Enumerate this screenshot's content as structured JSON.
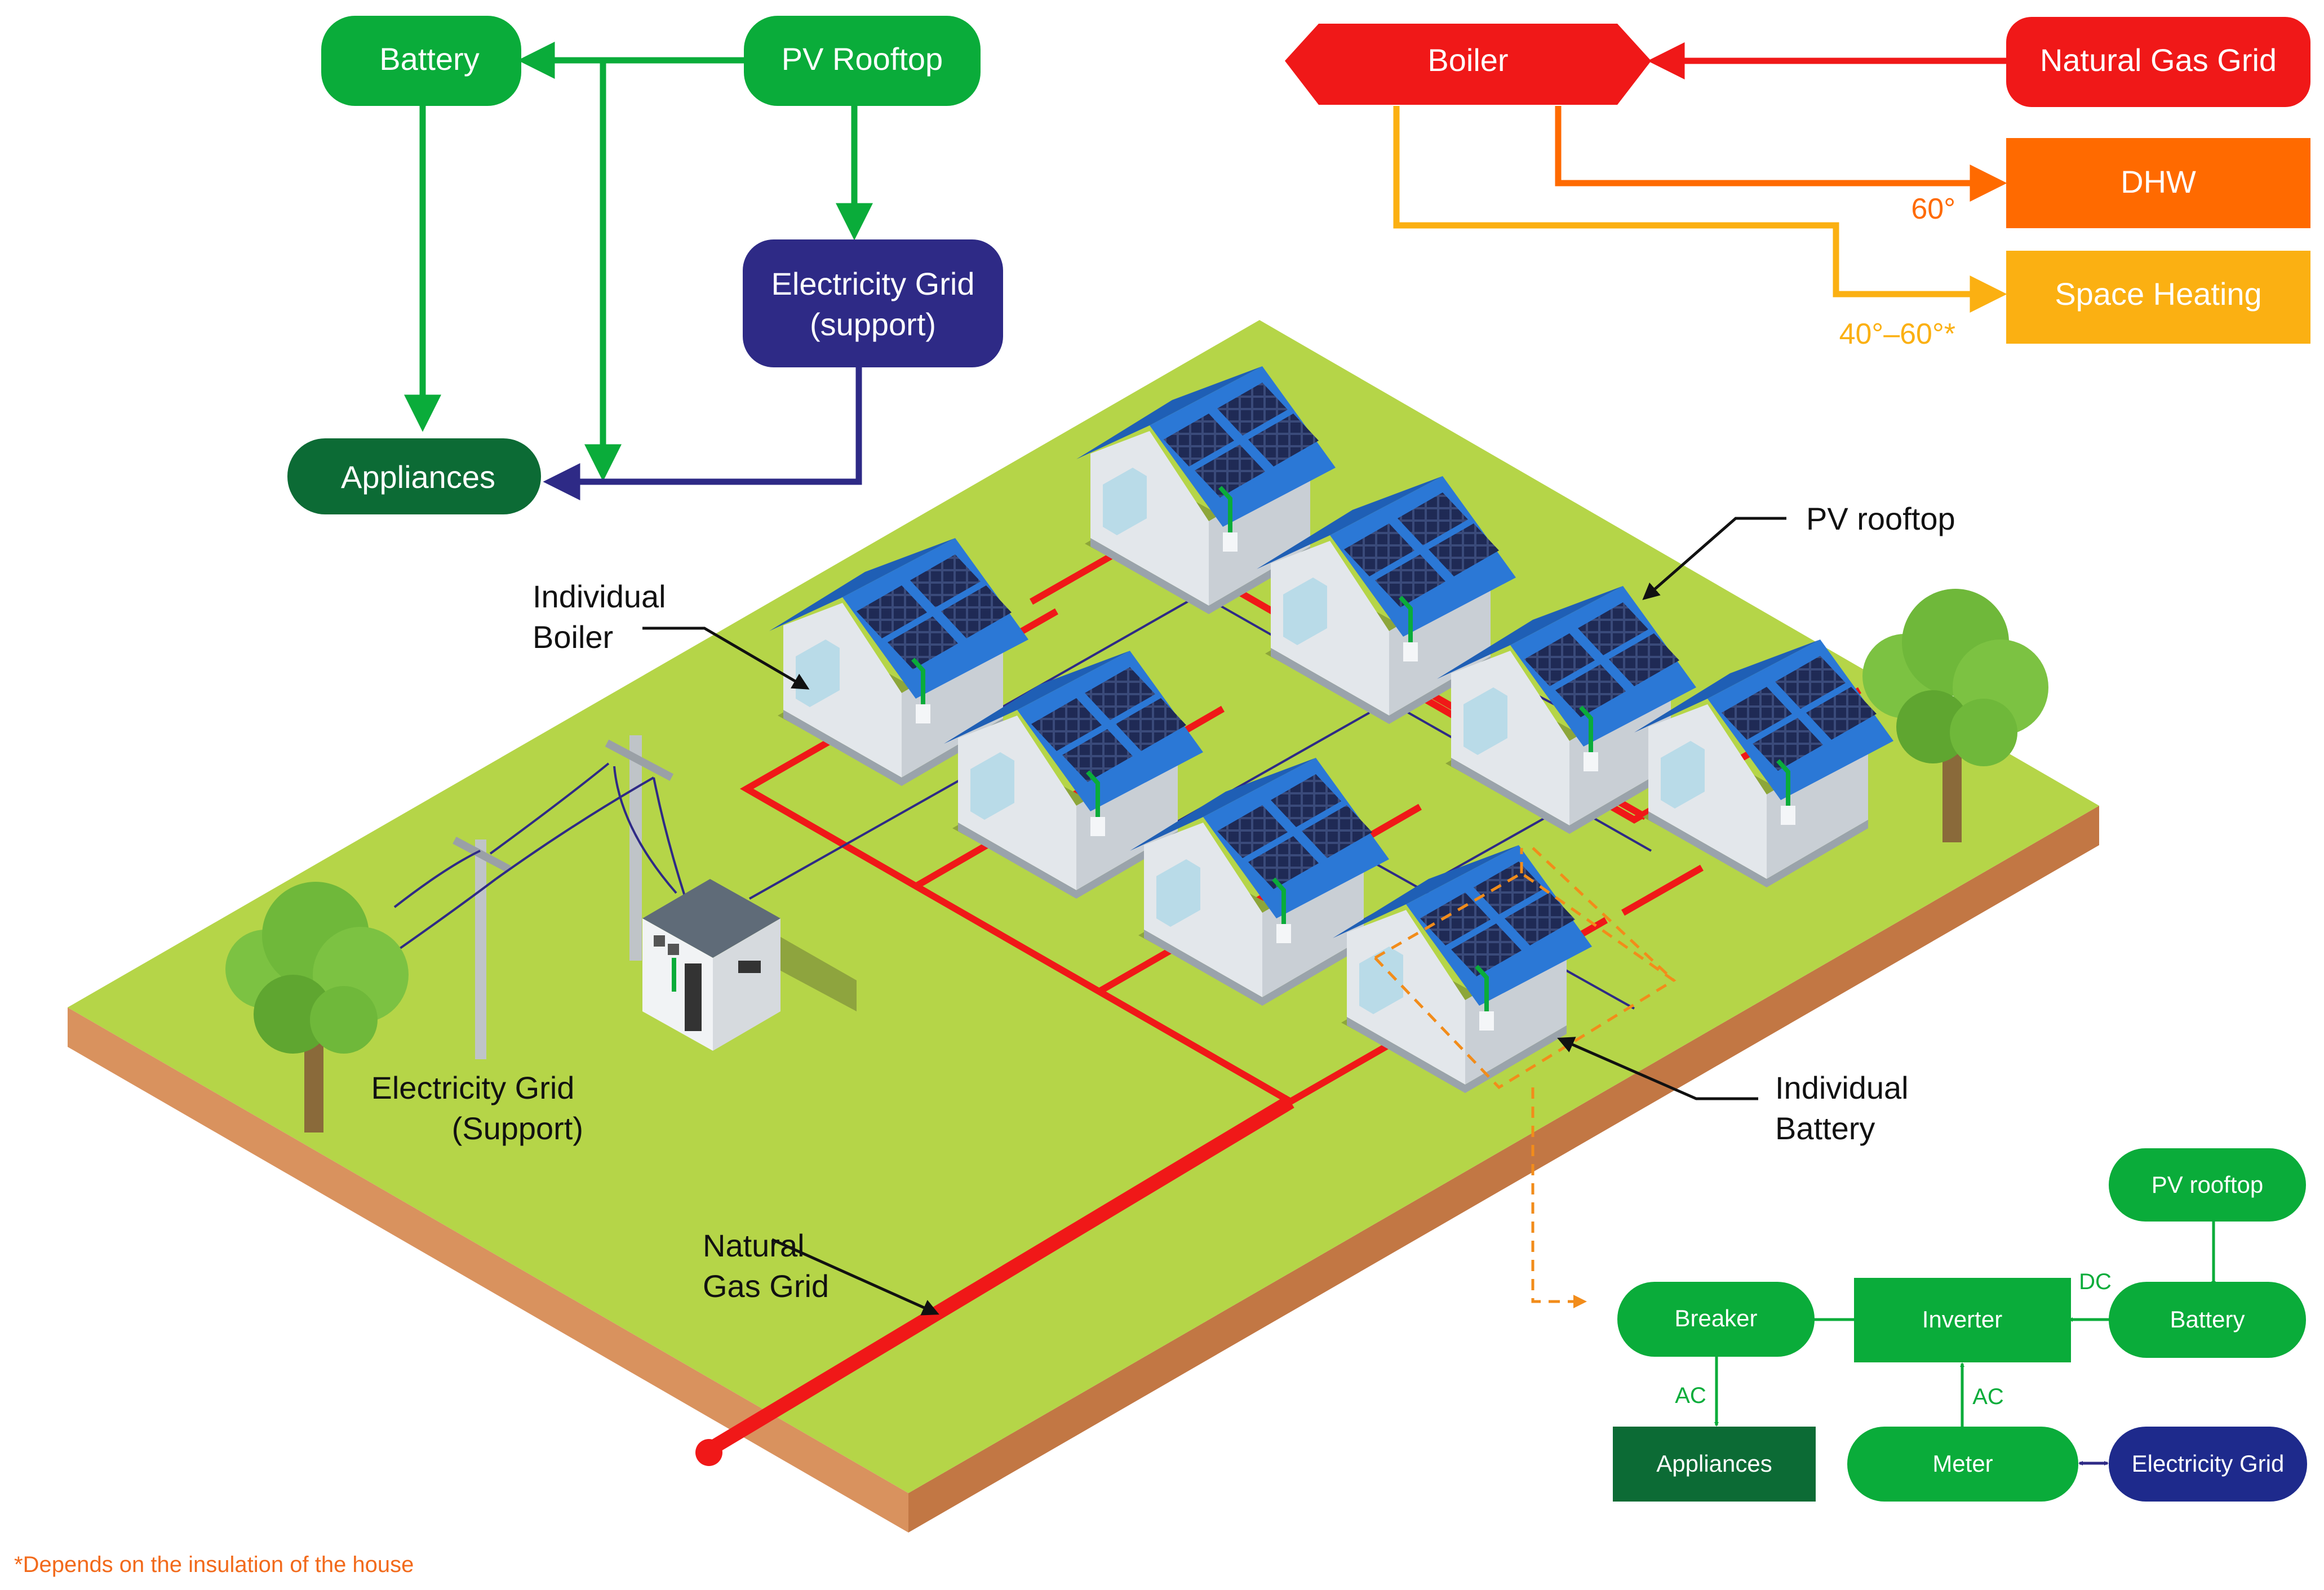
{
  "flows": {
    "pv_rooftop": "PV Rooftop",
    "battery": "Battery",
    "electricity_grid_line1": "Electricity Grid",
    "electricity_grid_line2": "(support)",
    "appliances": "Appliances"
  },
  "heating": {
    "boiler": "Boiler",
    "natural_gas_grid": "Natural Gas Grid",
    "dhw": "DHW",
    "dhw_temp": "60°",
    "space_heating": "Space Heating",
    "space_heating_temp": "40°–60°*"
  },
  "labels": {
    "individual_boiler_1": "Individual",
    "individual_boiler_2": "Boiler",
    "pv_rooftop": "PV rooftop",
    "electricity_grid_1": "Electricity Grid",
    "electricity_grid_2": "(Support)",
    "individual_battery_1": "Individual",
    "individual_battery_2": "Battery",
    "natural_gas_1": "Natural",
    "natural_gas_2": "Gas Grid"
  },
  "system": {
    "pv_rooftop": "PV rooftop",
    "battery": "Battery",
    "inverter": "Inverter",
    "breaker": "Breaker",
    "appliances": "Appliances",
    "meter": "Meter",
    "electricity_grid": "Electricity Grid",
    "dc": "DC",
    "ac_breaker": "AC",
    "ac_meter": "AC"
  },
  "footnote": "*Depends on the insulation of the house",
  "colors": {
    "green": "#0aac3a",
    "dark_green": "#0c6b35",
    "navy": "#2e2a86",
    "grid_blue": "#1e2a8c",
    "red": "#f01818",
    "orange": "#ff6a00",
    "amber": "#fbb012",
    "ground": "#b5d548",
    "soil": "#d9925e"
  }
}
